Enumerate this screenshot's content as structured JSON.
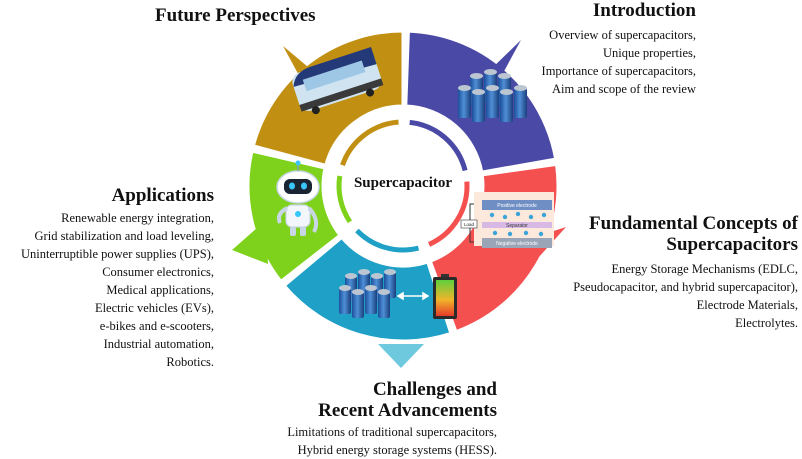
{
  "center": {
    "label": "Supercapacitor"
  },
  "sections": {
    "future": {
      "title": "Future Perspectives",
      "color": "#c19013",
      "icon": "train-icon"
    },
    "introduction": {
      "title": "Introduction",
      "color": "#4a4aa6",
      "icon": "capacitor-stack-icon",
      "items": [
        "Overview of supercapacitors,",
        "Unique properties,",
        "Importance of supercapacitors,",
        "Aim and scope of the review"
      ]
    },
    "fundamentals": {
      "title_line1": "Fundamental Concepts of",
      "title_line2": "Supercapacitors",
      "color": "#f55050",
      "icon": "electrode-schematic-icon",
      "schematic": {
        "positive": "Positive electrode",
        "separator": "Separator",
        "negative": "Negative electrode",
        "load": "Load"
      },
      "items": [
        "Energy Storage Mechanisms (EDLC,",
        "Pseudocapacitor, and hybrid supercapacitor),",
        "Electrode Materials,",
        "Electrolytes."
      ]
    },
    "challenges": {
      "title_line1": "Challenges and",
      "title_line2": "Recent Advancements",
      "color": "#1fa0c6",
      "icon": "capacitor-battery-icon",
      "items": [
        "Limitations of traditional supercapacitors,",
        "Hybrid energy storage systems (HESS)."
      ]
    },
    "applications": {
      "title": "Applications",
      "color": "#7fd21c",
      "icon": "robot-icon",
      "items": [
        "Renewable energy integration,",
        "Grid stabilization and load leveling,",
        "Uninterruptible power supplies (UPS),",
        "Consumer electronics,",
        "Medical applications,",
        "Electric vehicles (EVs),",
        "e-bikes and e-scooters,",
        "Industrial automation,",
        "Robotics."
      ]
    }
  }
}
